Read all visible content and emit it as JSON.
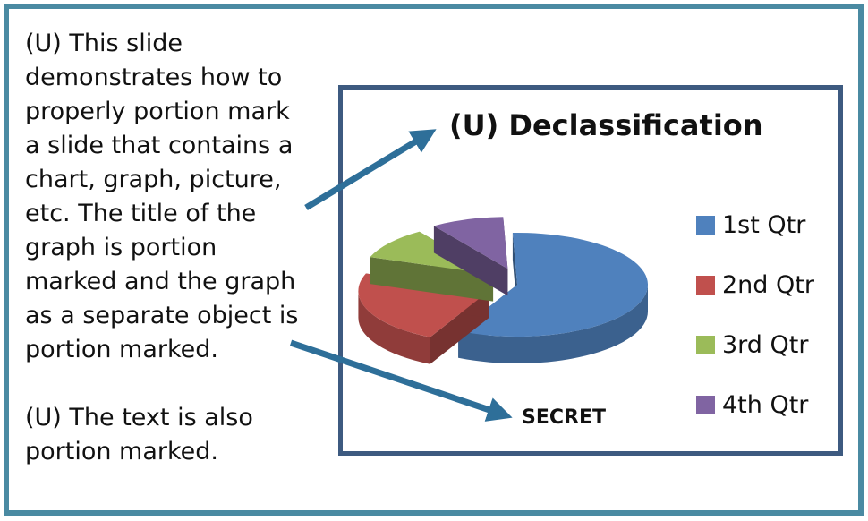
{
  "explanation": {
    "paragraph_1": "(U) This slide\ndemonstrates how to\nproperly portion mark\na slide that contains a\nchart, graph, picture,\netc.  The title of the\ngraph is portion\nmarked and the graph\nas a separate object is\nportion marked.",
    "paragraph_2": "(U) The text is also\nportion marked."
  },
  "chart_data": {
    "type": "pie",
    "style": "3d-exploded",
    "title": "(U) Declassification",
    "categories": [
      "1st Qtr",
      "2nd Qtr",
      "3rd Qtr",
      "4th Qtr"
    ],
    "values": [
      58,
      23,
      10,
      9
    ],
    "colors": [
      "#4f81bd",
      "#c0504d",
      "#9bbb59",
      "#8064a2"
    ],
    "legend_position": "right",
    "classification_marking": "SECRET"
  },
  "colors": {
    "outer_border": "#4a8aa2",
    "chart_border": "#3d5a80",
    "arrow": "#2e6f99"
  }
}
